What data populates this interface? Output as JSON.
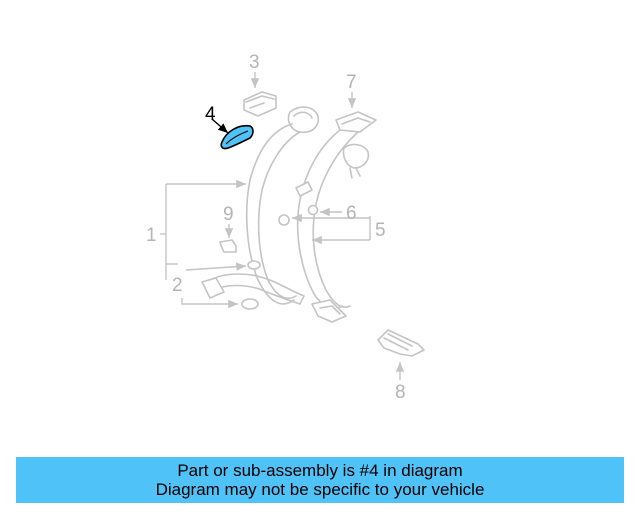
{
  "diagram": {
    "highlight_color": "#4fc2f7",
    "callouts": [
      "1",
      "2",
      "3",
      "4",
      "5",
      "6",
      "7",
      "8",
      "9"
    ],
    "highlighted_callout": "4"
  },
  "banner": {
    "background": "#4fc2f7",
    "line1": "Part or sub-assembly is #4 in diagram",
    "line2": "Diagram may not be specific to your vehicle"
  }
}
